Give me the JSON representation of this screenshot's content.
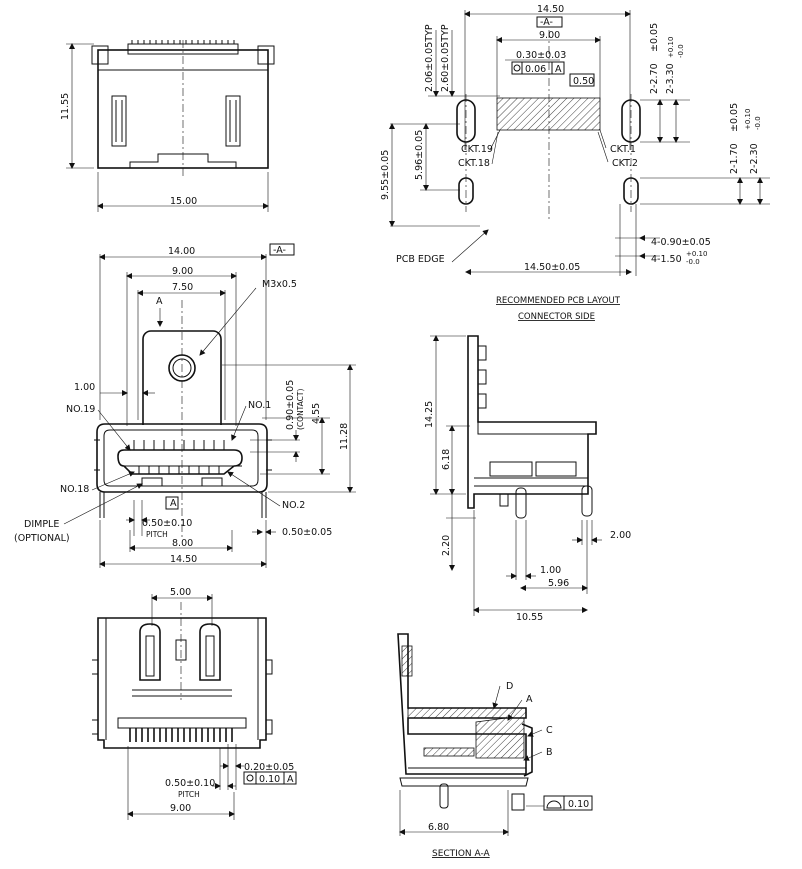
{
  "top_left": {
    "dim_width": "15.00",
    "dim_height": "11.55"
  },
  "pcb_layout": {
    "dim_total": "14.50",
    "datum_a": "-A-",
    "dim_9": "9.00",
    "dim_pitch": "0.30±0.03",
    "tol_value": "0.06",
    "tol_datum": "A",
    "dim_050": "0.50",
    "dim_206": "2.06±0.05TYP",
    "dim_260": "2.60±0.05TYP",
    "dim_270_a": "2-2.70",
    "dim_270_b": "±0.05",
    "dim_330_a": "2-3.30",
    "dim_330_b": "+0.10",
    "dim_330_c": "-0.0",
    "dim_170_a": "2-1.70",
    "dim_170_b": "±0.05",
    "dim_230_a": "2-2.30",
    "dim_230_b": "+0.10",
    "dim_230_c": "-0.0",
    "dim_596": "5.96±0.05",
    "dim_955": "9.55±0.05",
    "ckt19": "CKT.19",
    "ckt18": "CKT.18",
    "ckt1": "CKT.1",
    "ckt2": "CKT.2",
    "pcb_edge": "PCB EDGE",
    "dim_090": "4-0.90±0.05",
    "dim_150_a": "4-1.50",
    "dim_150_b": "+0.10",
    "dim_150_c": "-0.0",
    "dim_1450b": "14.50±0.05",
    "caption1": "RECOMMENDED PCB LAYOUT",
    "caption2": "CONNECTOR SIDE"
  },
  "front": {
    "dim_14": "14.00",
    "datum_a": "-A-",
    "dim_9": "9.00",
    "dim_750": "7.50",
    "sect_a": "A",
    "sect_a2": "A",
    "m3": "M3x0.5",
    "dim_100": "1.00",
    "no19": "NO.19",
    "no1": "NO.1",
    "no18": "NO.18",
    "no2": "NO.2",
    "dim_090": "0.90±0.05",
    "dim_contact": "(CONTACT)",
    "dim_455": "4.55",
    "dim_1128": "11.28",
    "dimple": "DIMPLE",
    "optional": "(OPTIONAL)",
    "dim_pitch": "0.50±0.10",
    "pitch": "PITCH",
    "dim_8": "8.00",
    "dim_1450": "14.50",
    "dim_050r": "0.50±0.05"
  },
  "side": {
    "dim_1425": "14.25",
    "dim_618": "6.18",
    "dim_220": "2.20",
    "dim_200": "2.00",
    "dim_100": "1.00",
    "dim_596": "5.96",
    "dim_1055": "10.55"
  },
  "bottom_left": {
    "dim_5": "5.00",
    "dim_020": "0.20±0.05",
    "dim_pitch": "0.50±0.10",
    "pitch": "PITCH",
    "tol_value": "0.10",
    "tol_datum": "A",
    "dim_9": "9.00"
  },
  "section": {
    "label_d": "D",
    "label_a": "A",
    "label_c": "C",
    "label_b": "B",
    "tol_value": "0.10",
    "dim_680": "6.80",
    "caption": "SECTION A-A"
  }
}
